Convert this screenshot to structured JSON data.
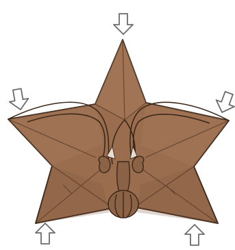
{
  "diagram": {
    "colors": {
      "background": "#ffffff",
      "paper_fill": "#9a6d4f",
      "paper_fill_light": "#a57a5b",
      "paper_shadow": "#7e573c",
      "fold_line": "#3b2718",
      "crease_line": "#5a3c28",
      "arrow_outline": "#6b6b6b",
      "arrow_fill": "#ffffff"
    },
    "arrows": [
      {
        "icon": "push-arrow-icon",
        "direction": "down"
      },
      {
        "icon": "push-arrow-icon",
        "direction": "down-right"
      },
      {
        "icon": "push-arrow-icon",
        "direction": "down-left"
      },
      {
        "icon": "push-arrow-icon",
        "direction": "up"
      },
      {
        "icon": "push-arrow-icon",
        "direction": "up"
      }
    ]
  }
}
